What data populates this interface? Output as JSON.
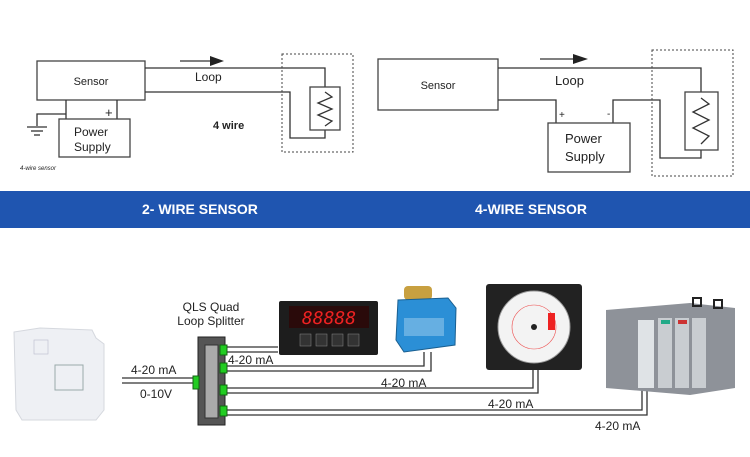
{
  "left_diagram": {
    "sensor_label": "Sensor",
    "loop_label": "Loop",
    "power_supply_line1": "Power",
    "power_supply_line2": "Supply",
    "plus": "+",
    "wire_label": "4  wire",
    "caption": "4-wire sensor"
  },
  "right_diagram": {
    "sensor_label": "Sensor",
    "loop_label": "Loop",
    "power_supply_line1": "Power",
    "power_supply_line2": "Supply",
    "plus": "+",
    "minus": "-"
  },
  "banner": {
    "color": "#1f55b0",
    "left_title": "2- WIRE SENSOR",
    "right_title": "4-WIRE SENSOR"
  },
  "splitter_diagram": {
    "splitter_line1": "QLS Quad",
    "splitter_line2": "Loop Splitter",
    "input_label_1": "4-20 mA",
    "input_label_2": "0-10V",
    "meter_display": "88888",
    "output_labels": [
      "4-20 mA",
      "4-20 mA",
      "4-20 mA",
      "4-20 mA"
    ],
    "connector_color": "#22cc22",
    "devices": [
      "din-rail-transmitter",
      "panel-meter",
      "actuator-valve",
      "chart-recorder",
      "plc"
    ]
  }
}
